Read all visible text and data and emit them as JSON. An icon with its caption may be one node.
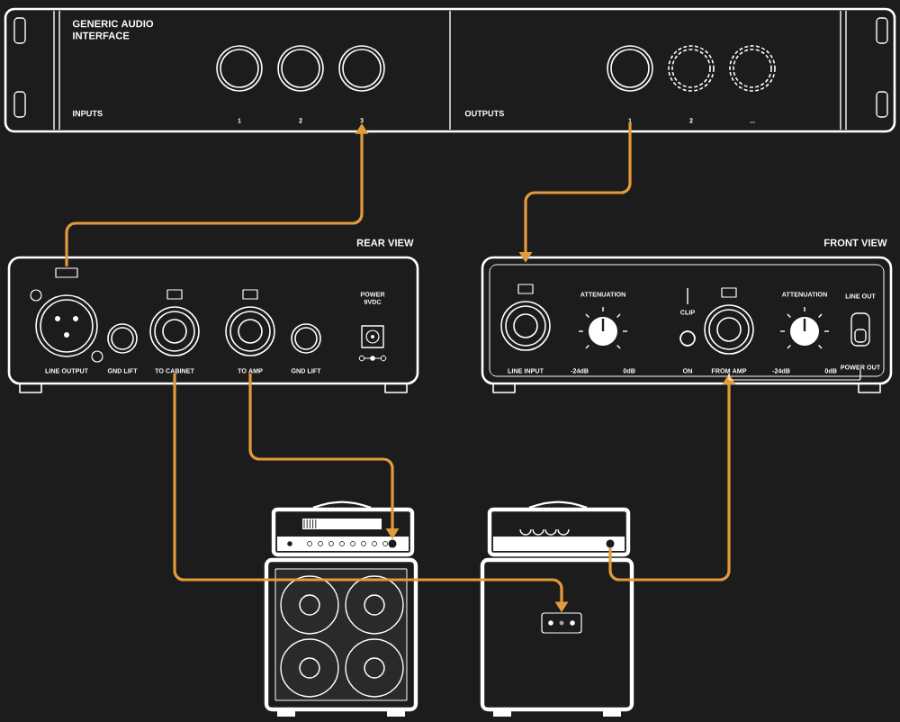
{
  "diagram": {
    "nodes": [
      {
        "text": [
          "GENERIC AUDIO INTERFACE"
        ]
      },
      {
        "text": [
          "1"
        ],
        "in": 0
      },
      {
        "text": [
          "2"
        ],
        "in": 0
      },
      {
        "text": [
          "3"
        ],
        "in": 0
      },
      {
        "text": [
          "1"
        ],
        "in": 0
      },
      {
        "text": [
          "2"
        ],
        "in": 0
      },
      {
        "text": [
          "..."
        ],
        "in": 0
      },
      {
        "text": [
          "REAR VIEW"
        ]
      },
      {
        "text": [
          "LINE OUTPUT"
        ],
        "in": 7
      },
      {
        "text": [
          "GND LIFT"
        ],
        "in": 7
      },
      {
        "text": [
          "TO CABINET"
        ],
        "in": 7
      },
      {
        "text": [
          "TO AMP"
        ],
        "in": 7
      },
      {
        "text": [
          "GND LIFT"
        ],
        "in": 7
      },
      {
        "text": [
          "POWER 9VDC"
        ],
        "in": 7
      },
      {
        "text": [
          "FRONT VIEW"
        ]
      },
      {
        "text": [
          "LINE INPUT"
        ],
        "in": 14
      },
      {
        "text": [
          "ATTENUATION",
          "-24dB",
          "0dB"
        ],
        "in": 14
      },
      {
        "text": [
          "CLIP",
          "ON"
        ],
        "in": 14
      },
      {
        "text": [
          "FROM AMP"
        ],
        "in": 14
      },
      {
        "text": [
          "ATTENUATION",
          "-24dB",
          "0dB"
        ],
        "in": 14
      },
      {
        "text": [
          "LINE OUT",
          "POWER OUT"
        ],
        "in": 14
      },
      {
        "text": [],
        "shape": "circle"
      },
      {
        "text": [],
        "shape": "circle"
      },
      {
        "text": [],
        "shape": "box"
      }
    ],
    "edges": [
      {
        "from": 8,
        "to": 3,
        "arrow": "to"
      },
      {
        "from": 4,
        "to": 15,
        "arrow": "to"
      },
      {
        "from": 11,
        "to": 21,
        "arrow": "to"
      },
      {
        "from": 10,
        "to": 23,
        "arrow": "to"
      },
      {
        "from": 22,
        "to": 18,
        "arrow": "to"
      },
      {
        "from": 18,
        "to": 20,
        "arrow": "none",
        "color": "#ffffff"
      }
    ],
    "labels": [
      "INPUTS",
      "OUTPUTS"
    ]
  }
}
